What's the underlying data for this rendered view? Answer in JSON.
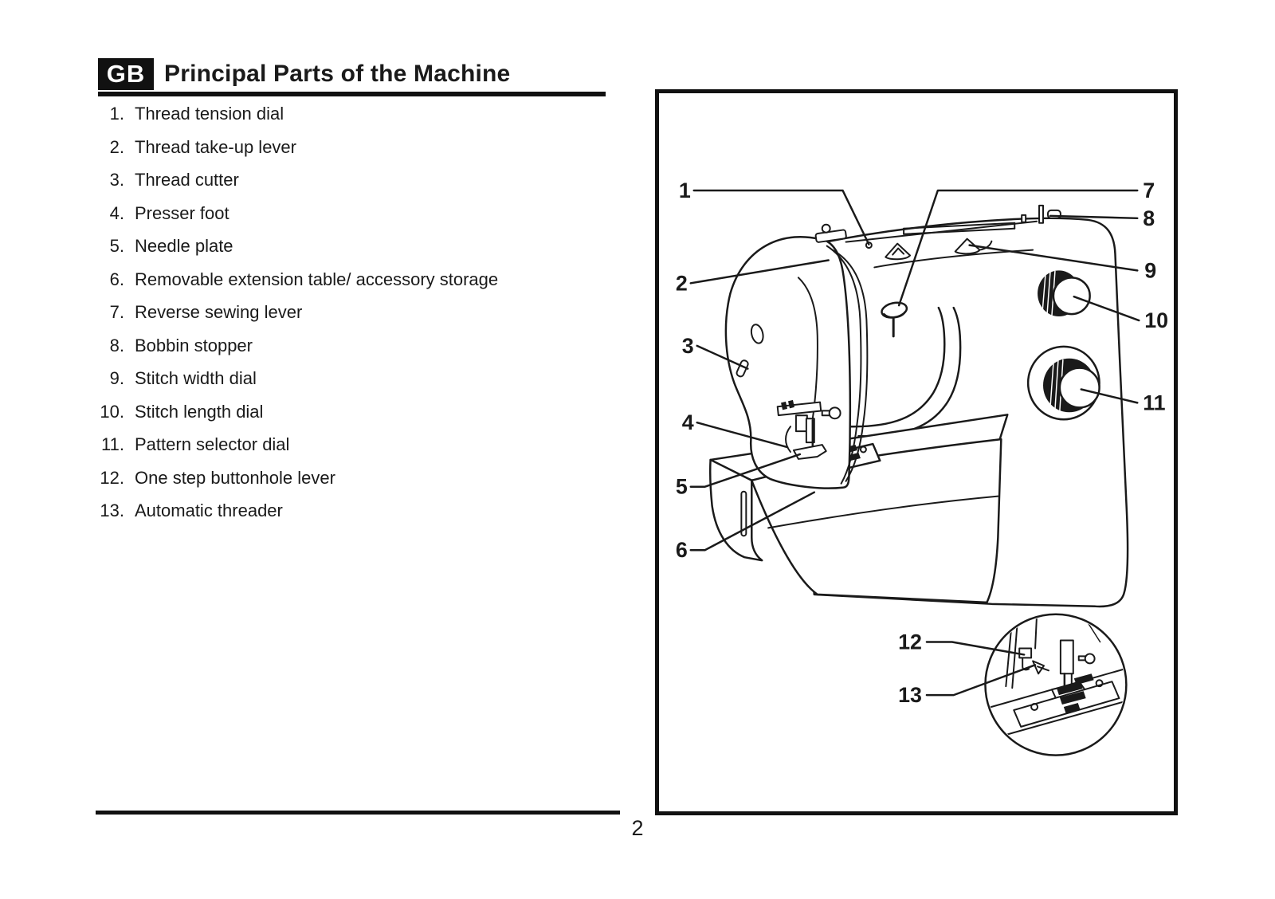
{
  "page": {
    "language_badge": "GB",
    "title": "Principal Parts of the Machine",
    "page_number": "2"
  },
  "parts_list": [
    {
      "num": "1.",
      "label": "Thread tension dial"
    },
    {
      "num": "2.",
      "label": "Thread take-up lever"
    },
    {
      "num": "3.",
      "label": "Thread cutter"
    },
    {
      "num": "4.",
      "label": "Presser foot"
    },
    {
      "num": "5.",
      "label": "Needle plate"
    },
    {
      "num": "6.",
      "label": "Removable extension table/ accessory storage"
    },
    {
      "num": "7.",
      "label": "Reverse sewing lever"
    },
    {
      "num": "8.",
      "label": "Bobbin stopper"
    },
    {
      "num": "9.",
      "label": "Stitch width dial"
    },
    {
      "num": "10.",
      "label": "Stitch length dial"
    },
    {
      "num": "11.",
      "label": "Pattern selector dial"
    },
    {
      "num": "12.",
      "label": "One step buttonhole lever"
    },
    {
      "num": "13.",
      "label": "Automatic threader"
    }
  ],
  "diagram": {
    "callouts": [
      "1",
      "2",
      "3",
      "4",
      "5",
      "6",
      "7",
      "8",
      "9",
      "10",
      "11",
      "12",
      "13"
    ]
  },
  "colors": {
    "ink": "#1a1a1a",
    "frame": "#111111",
    "background": "#ffffff"
  }
}
